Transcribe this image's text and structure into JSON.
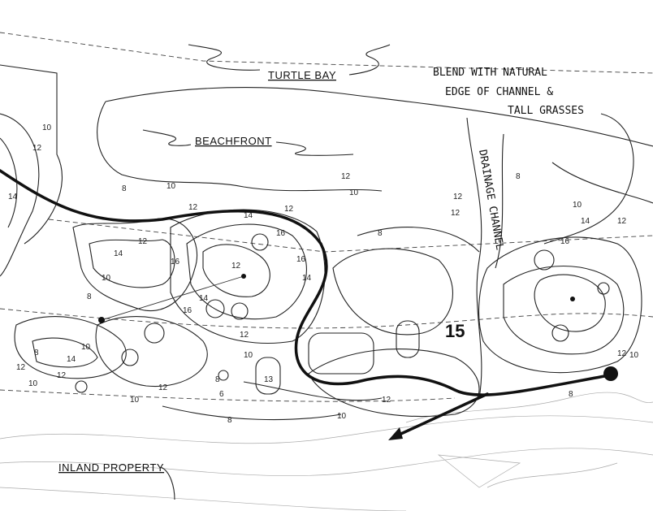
{
  "labels": {
    "turtle_bay": "TURTLE BAY",
    "beachfront": "BEACHFRONT",
    "inland_property": "INLAND PROPERTY",
    "drainage_channel": "DRAINAGE CHANNEL",
    "note_line1": "BLEND WITH NATURAL",
    "note_line2": "EDGE OF CHANNEL &",
    "note_line3": "TALL GRASSES",
    "elevation_15": "15"
  },
  "contour_labels": [
    "10",
    "12",
    "14",
    "8",
    "10",
    "12",
    "14",
    "12",
    "16",
    "16",
    "14",
    "12",
    "10",
    "8",
    "10",
    "12",
    "14",
    "12",
    "10",
    "8",
    "12",
    "10",
    "8",
    "12",
    "14",
    "16",
    "12",
    "10",
    "12",
    "8",
    "10",
    "12",
    "16",
    "14",
    "12",
    "10",
    "8",
    "6",
    "13",
    "12",
    "8",
    "10",
    "12",
    "14",
    "16",
    "12",
    "10",
    "8"
  ]
}
